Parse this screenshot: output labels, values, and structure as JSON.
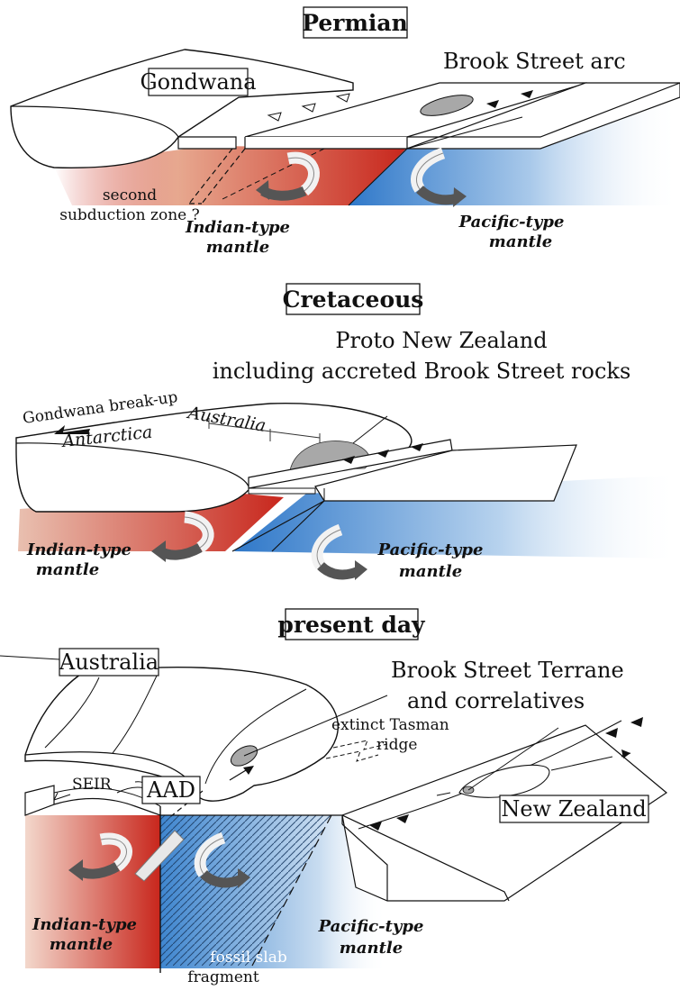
{
  "panels": {
    "permian": {
      "title": "Permian",
      "gondwana": "Gondwana",
      "arc": "Brook Street arc",
      "second_subduction_1": "second",
      "second_subduction_2": "subduction zone ?",
      "indian_1": "Indian-type",
      "indian_2": "mantle",
      "pacific_1": "Pacific-type",
      "pacific_2": "mantle"
    },
    "cretaceous": {
      "title": "Cretaceous",
      "proto_1": "Proto New Zealand",
      "proto_2": "including accreted Brook Street rocks",
      "breakup": "Gondwana break-up",
      "australia": "Australia",
      "antarctica": "Antarctica",
      "indian_1": "Indian-type",
      "indian_2": "mantle",
      "pacific_1": "Pacific-type",
      "pacific_2": "mantle"
    },
    "present": {
      "title": "present day",
      "australia": "Australia",
      "terrane_1": "Brook Street Terrane",
      "terrane_2": "and correlatives",
      "extinct_1": "extinct Tasman",
      "extinct_2": "ridge",
      "seir": "SEIR",
      "aad": "AAD",
      "new_zealand": "New Zealand",
      "indian_1": "Indian-type",
      "indian_2": "mantle",
      "pacific_1": "Pacific-type",
      "pacific_2": "mantle",
      "fossil_1": "fossil slab",
      "fossil_2": "fragment"
    }
  },
  "colors": {
    "indian_red": "#c8261c",
    "pacific_blue": "#3f86cf",
    "arrow_grey": "#555555",
    "terrane_grey": "#a8a8a8"
  }
}
